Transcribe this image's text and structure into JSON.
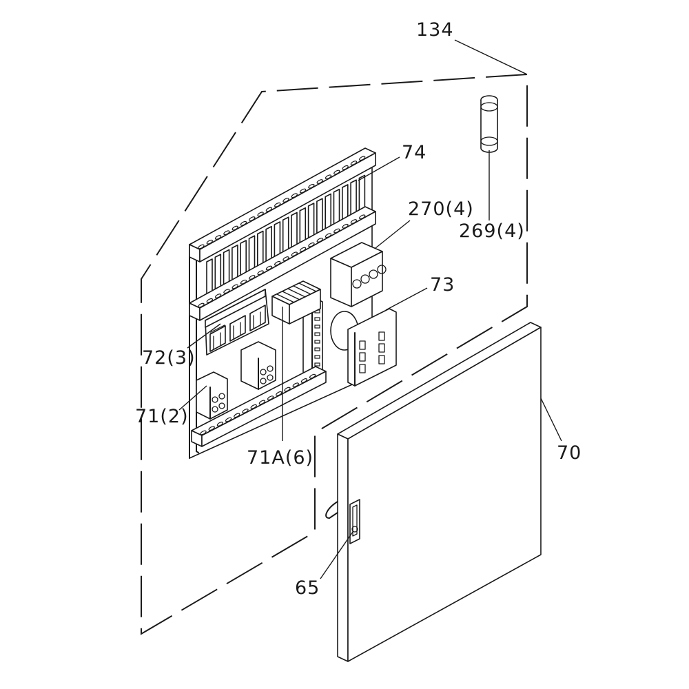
{
  "labels": {
    "l134": "134",
    "l74": "74",
    "l270": "270(4)",
    "l269": "269(4)",
    "l73": "73",
    "l72": "72(3)",
    "l71": "71(2)",
    "l71a": "71A(6)",
    "l70": "70",
    "l65": "65"
  },
  "colors": {
    "line": "#1a1a1a",
    "background": "#ffffff"
  }
}
